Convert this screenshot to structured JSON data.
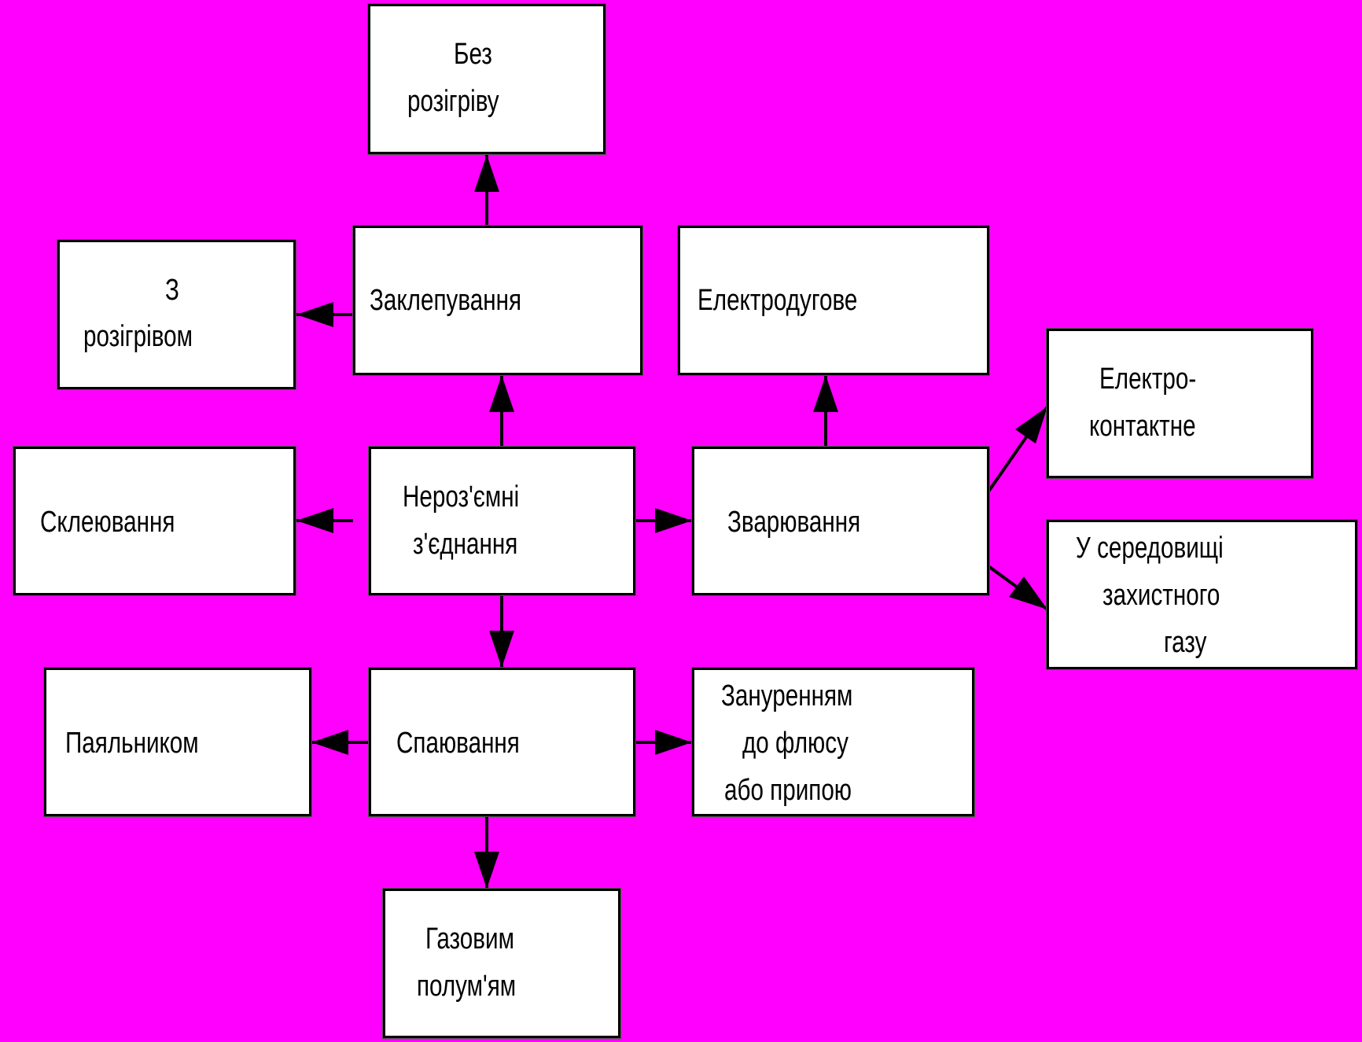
{
  "colors": {
    "background": "#ff00ff",
    "box_fill": "#ffffff",
    "line": "#000000"
  },
  "nodes": {
    "root": {
      "line1": "Нероз'ємні",
      "line2": "з'єднання"
    },
    "riveting": {
      "label": "Заклепування"
    },
    "no_heating": {
      "line1": "Без",
      "line2": "розігріву"
    },
    "with_heating": {
      "line1": "З",
      "line2": "розігрівом"
    },
    "gluing": {
      "label": "Склеювання"
    },
    "welding": {
      "label": "Зварювання"
    },
    "electric_arc": {
      "label": "Електродугове"
    },
    "electric_contact": {
      "line1": "Електро-",
      "line2": "контактне"
    },
    "shielding_gas": {
      "line1": "У середовищі",
      "line2": "захистного",
      "line3": "газу"
    },
    "soldering": {
      "label": "Спаювання"
    },
    "soldering_iron": {
      "label": "Паяльником"
    },
    "immersion": {
      "line1": "Зануренням",
      "line2": "до флюсу",
      "line3": "або припою"
    },
    "gas_flame": {
      "line1": "Газовим",
      "line2": "полум'ям"
    }
  }
}
